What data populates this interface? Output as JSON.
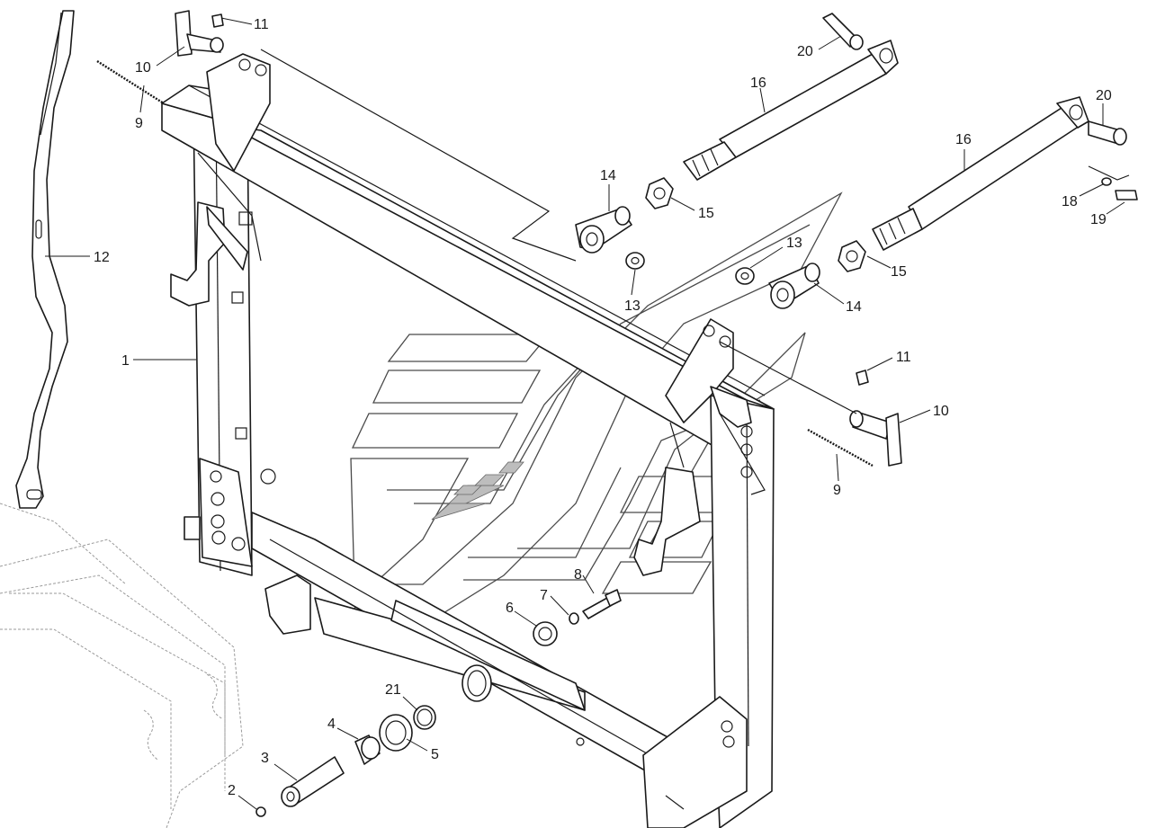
{
  "diagram": {
    "callouts": [
      {
        "id": "c11a",
        "label": "11"
      },
      {
        "id": "c10a",
        "label": "10"
      },
      {
        "id": "c9a",
        "label": "9"
      },
      {
        "id": "c12",
        "label": "12"
      },
      {
        "id": "c1",
        "label": "1"
      },
      {
        "id": "c20a",
        "label": "20"
      },
      {
        "id": "c16a",
        "label": "16"
      },
      {
        "id": "c14a",
        "label": "14"
      },
      {
        "id": "c15a",
        "label": "15"
      },
      {
        "id": "c13a",
        "label": "13"
      },
      {
        "id": "c20b",
        "label": "20"
      },
      {
        "id": "c16b",
        "label": "16"
      },
      {
        "id": "c18",
        "label": "18"
      },
      {
        "id": "c19",
        "label": "19"
      },
      {
        "id": "c13b",
        "label": "13"
      },
      {
        "id": "c15b",
        "label": "15"
      },
      {
        "id": "c14b",
        "label": "14"
      },
      {
        "id": "c11b",
        "label": "11"
      },
      {
        "id": "c10b",
        "label": "10"
      },
      {
        "id": "c9b",
        "label": "9"
      },
      {
        "id": "c8",
        "label": "8"
      },
      {
        "id": "c7",
        "label": "7"
      },
      {
        "id": "c6",
        "label": "6"
      },
      {
        "id": "c21",
        "label": "21"
      },
      {
        "id": "c4",
        "label": "4"
      },
      {
        "id": "c5",
        "label": "5"
      },
      {
        "id": "c3",
        "label": "3"
      },
      {
        "id": "c2",
        "label": "2"
      }
    ]
  }
}
